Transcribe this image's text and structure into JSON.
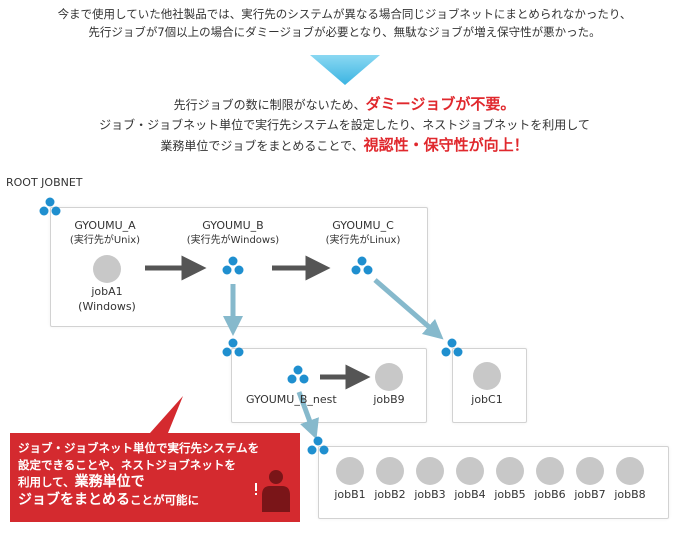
{
  "intro": {
    "line1": "今まで使用していた他社製品では、実行先のシステムが異なる場合同じジョブネットにまとめられなかったり、",
    "line2": "先行ジョブが7個以上の場合にダミージョブが必要となり、無駄なジョブが増え保守性が悪かった。"
  },
  "message": {
    "line1_pre": "先行ジョブの数に制限がないため、",
    "line1_em": "ダミージョブが不要。",
    "line2": "ジョブ・ジョブネット単位で実行先システムを設定したり、ネストジョブネットを利用して",
    "line3_pre": "業務単位でジョブをまとめることで、",
    "line3_em": "視認性・保守性が向上！"
  },
  "diagram": {
    "root_label": "ROOT JOBNET",
    "gyoumu_a": {
      "name": "GYOUMU_A",
      "target": "(実行先がUnix)"
    },
    "gyoumu_b": {
      "name": "GYOUMU_B",
      "target": "(実行先がWindows)"
    },
    "gyoumu_c": {
      "name": "GYOUMU_C",
      "target": "(実行先がLinux)"
    },
    "job_a1": {
      "name": "jobA1",
      "target": "(Windows)"
    },
    "nest_label": "GYOUMU_B_nest",
    "job_b9": "jobB9",
    "job_c1": "jobC1",
    "jobs_bottom": [
      "jobB1",
      "jobB2",
      "jobB3",
      "jobB4",
      "jobB5",
      "jobB6",
      "jobB7",
      "jobB8"
    ]
  },
  "callout": {
    "line1": "ジョブ・ジョブネット単位で実行先システムを",
    "line2": "設定できることや、ネストジョブネットを",
    "line3_pre": "利用して、",
    "line3_em": "業務単位で",
    "line4_em": "ジョブをまとめる",
    "line4_post": "ことが可能に"
  },
  "colors": {
    "red": "#e0282d",
    "callout_bg": "#d42a2f",
    "node_blue": "#1f8fcf",
    "arrow_dark": "#555555",
    "arrow_light": "#86b9cc",
    "triangle": "#5ec5e8"
  }
}
